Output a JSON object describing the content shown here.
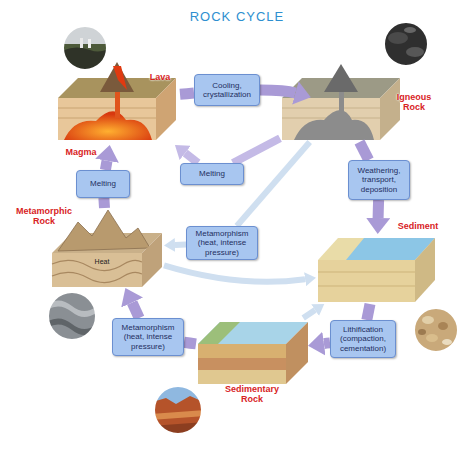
{
  "diagram": {
    "title": "ROCK CYCLE",
    "nodes": [
      {
        "text": [
          "Lava",
          "Magma"
        ]
      },
      {
        "text": [
          "Cooling, crystallization"
        ]
      },
      {
        "text": [
          "Igneous Rock"
        ]
      },
      {
        "text": [
          "Melting"
        ]
      },
      {
        "text": [
          "Melting"
        ]
      },
      {
        "text": [
          "Weathering, transport, deposition"
        ]
      },
      {
        "text": [
          "Metamorphic Rock",
          "Heat"
        ]
      },
      {
        "text": [
          "Metamorphism (heat, intense pressure)"
        ]
      },
      {
        "text": [
          "Sediment"
        ]
      },
      {
        "text": [
          "Metamorphism (heat, intense pressure)"
        ]
      },
      {
        "text": [
          "Lithification (compaction, cementation)"
        ]
      },
      {
        "text": [
          "Sedimentary Rock"
        ]
      }
    ],
    "edges": [
      {
        "from": 0,
        "to": 1,
        "arrow": "none"
      },
      {
        "from": 1,
        "to": 2,
        "arrow": "to"
      },
      {
        "from": 2,
        "to": 3,
        "arrow": "none"
      },
      {
        "from": 3,
        "to": 0,
        "arrow": "to"
      },
      {
        "from": 2,
        "to": 5,
        "arrow": "none"
      },
      {
        "from": 5,
        "to": 8,
        "arrow": "to"
      },
      {
        "from": 8,
        "to": 10,
        "arrow": "none"
      },
      {
        "from": 10,
        "to": 11,
        "arrow": "to"
      },
      {
        "from": 11,
        "to": 9,
        "arrow": "none"
      },
      {
        "from": 9,
        "to": 6,
        "arrow": "to"
      },
      {
        "from": 6,
        "to": 4,
        "arrow": "none"
      },
      {
        "from": 4,
        "to": 0,
        "arrow": "to"
      },
      {
        "from": 2,
        "to": 7,
        "arrow": "none"
      },
      {
        "from": 7,
        "to": 6,
        "arrow": "to"
      },
      {
        "from": 6,
        "to": 8,
        "arrow": "to"
      },
      {
        "from": 11,
        "to": 8,
        "arrow": "to"
      }
    ]
  }
}
